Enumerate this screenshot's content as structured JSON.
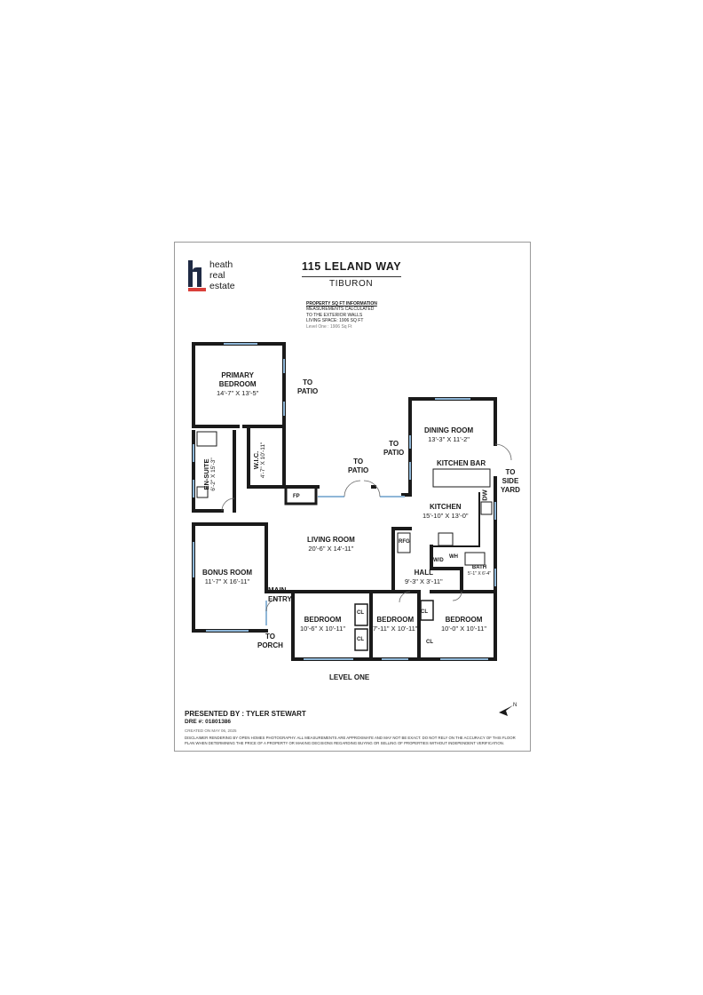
{
  "brand": {
    "logo_letter": "h",
    "line1": "heath",
    "line2": "real",
    "line3": "estate",
    "accent_color": "#d9403a"
  },
  "property": {
    "address": "115 LELAND WAY",
    "city": "TIBURON"
  },
  "sqft_info": {
    "heading": "PROPERTY SQ FT INFORMATION",
    "line1": "MEASUREMENTS CALCULATED",
    "line2": "TO THE EXTERIOR WALLS",
    "living_space": "LIVING SPACE: 1906 SQ FT",
    "level_one": "Level One : 1906 Sq Ft"
  },
  "rooms": {
    "primary_bedroom": {
      "name1": "PRIMARY",
      "name2": "BEDROOM",
      "dim": "14'-7\" X 13'-5\""
    },
    "en_suite": {
      "name": "EN-SUITE",
      "dim": "6'-2\" X 15'-3\""
    },
    "wic": {
      "name": "W.I.C.",
      "dim": "4'-7\" X 10'-11\""
    },
    "dining_room": {
      "name": "DINING ROOM",
      "dim": "13'-3\" X 11'-2\""
    },
    "kitchen_bar": {
      "name": "KITCHEN BAR"
    },
    "kitchen": {
      "name": "KITCHEN",
      "dim": "15'-10\" X 13'-0\""
    },
    "living_room": {
      "name": "LIVING ROOM",
      "dim": "20'-6\" X 14'-11\""
    },
    "bonus_room": {
      "name": "BONUS ROOM",
      "dim": "11'-7\" X 16'-11\""
    },
    "hall": {
      "name": "HALL",
      "dim": "9'-3\" X 3'-11\""
    },
    "bath": {
      "name": "BATH",
      "dim": "5'-1\" X 6'-4\""
    },
    "bedroom_1": {
      "name": "BEDROOM",
      "dim": "10'-6\" X 10'-11\""
    },
    "bedroom_2": {
      "name": "BEDROOM",
      "dim": "7'-11\" X 10'-11\""
    },
    "bedroom_3": {
      "name": "BEDROOM",
      "dim": "10'-0\" X 10'-11\""
    }
  },
  "fixtures": {
    "fp": "FP",
    "rfg": "RFG",
    "dw": "DW",
    "wd": "W/D",
    "wh": "WH",
    "cl": "CL"
  },
  "exits": {
    "to_patio_1a": "TO",
    "to_patio_1b": "PATIO",
    "to_patio_2a": "TO",
    "to_patio_2b": "PATIO",
    "to_patio_3a": "TO",
    "to_patio_3b": "PATIO",
    "to_side_yard_a": "TO",
    "to_side_yard_b": "SIDE",
    "to_side_yard_c": "YARD",
    "main_entry_a": "MAIN",
    "main_entry_b": "ENTRY",
    "to_porch_a": "TO",
    "to_porch_b": "PORCH"
  },
  "level_label": "LEVEL ONE",
  "footer": {
    "presented_by": "PRESENTED BY : TYLER STEWART",
    "dre": "DRE #: 01801386",
    "created": "CREATED ON MAY 06, 2025",
    "disclaimer": "DISCLAIMER RENDERING BY OPEN HOMES PHOTOGRAPHY. ALL MEASUREMENTS ARE APPROXIMATE AND MAY NOT BE EXACT. DO NOT RELY ON THE ACCURACY OF THIS FLOOR PLAN WHEN DETERMINING THE PRICE OF A PROPERTY OR MAKING DECISIONS REGARDING BUYING OR SELLING OF PROPERTIES WITHOUT INDEPENDENT VERIFICATION."
  },
  "colors": {
    "wall": "#1a1a1a",
    "window": "#8fb7d8"
  }
}
